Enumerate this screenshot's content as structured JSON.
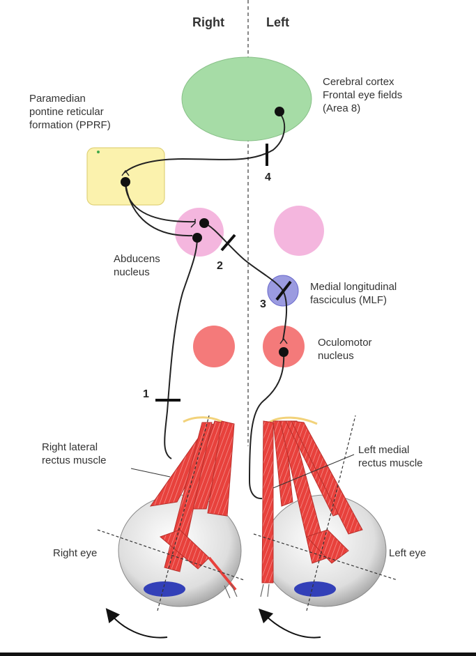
{
  "headers": {
    "right": "Right",
    "left": "Left"
  },
  "labels": {
    "cortex": [
      "Cerebral cortex",
      "Frontal eye fields",
      "(Area 8)"
    ],
    "pprf": [
      "Paramedian",
      "pontine reticular",
      "formation (PPRF)"
    ],
    "abducens": [
      "Abducens",
      "nucleus"
    ],
    "mlf": [
      "Medial longitudinal",
      "fasciculus (MLF)"
    ],
    "oculomotor": [
      "Oculomotor",
      "nucleus"
    ],
    "right_lateral_rectus": [
      "Right lateral",
      "rectus muscle"
    ],
    "left_medial_rectus": [
      "Left medial",
      "rectus muscle"
    ],
    "right_eye": "Right eye",
    "left_eye": "Left eye"
  },
  "lesions": {
    "l1": "1",
    "l2": "2",
    "l3": "3",
    "l4": "4"
  },
  "colors": {
    "cortex_fill": "#a6dca6",
    "pprf_fill": "#fbf2ad",
    "abducens_fill": "#f4b6de",
    "mlf_fill": "#9b9be0",
    "oculomotor_fill": "#f47a7a",
    "muscle_red": "#e8413c",
    "eyeball_gray": "#dcdcdc",
    "pupil_blue": "#3340b8"
  }
}
